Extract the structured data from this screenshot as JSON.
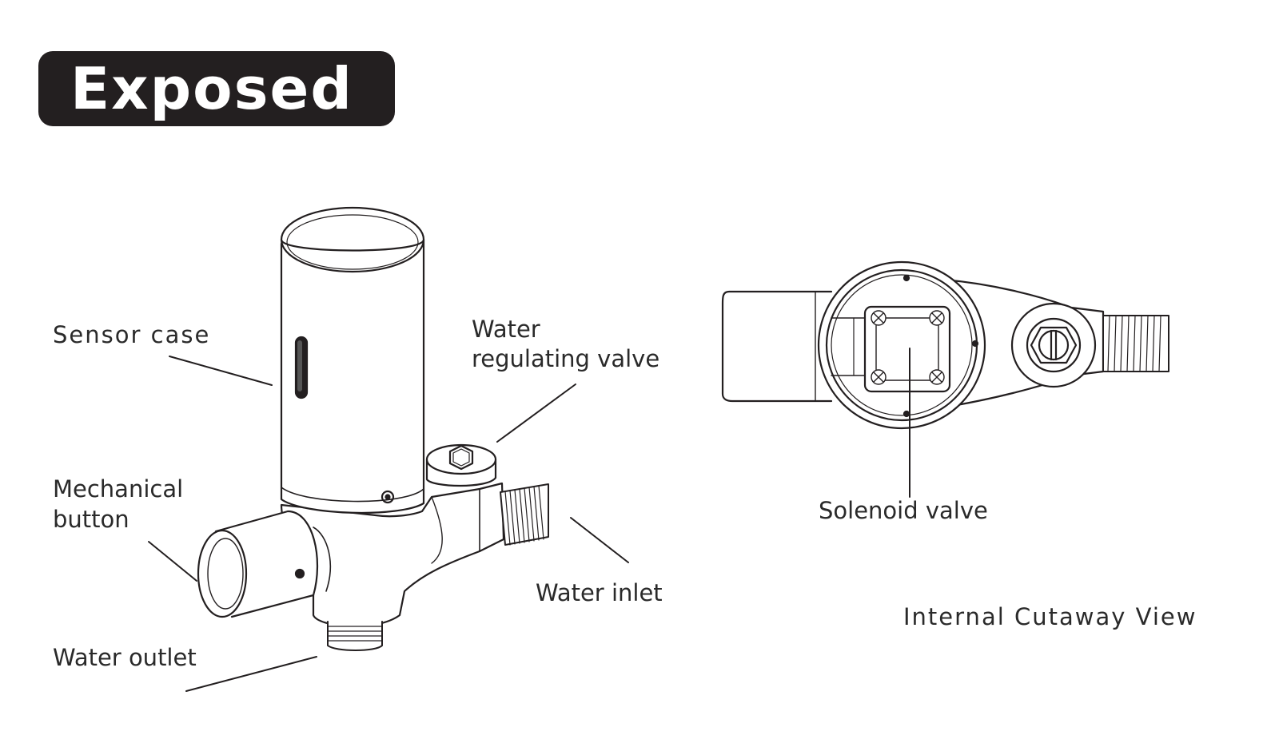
{
  "heading": {
    "title": "Exposed"
  },
  "callouts": {
    "sensor_case": "Sensor case",
    "water_regulating_valve_line1": "Water",
    "water_regulating_valve_line2": "regulating valve",
    "mechanical_button_line1": "Mechanical",
    "mechanical_button_line2": "button",
    "water_inlet": "Water inlet",
    "water_outlet": "Water outlet",
    "solenoid_valve": "Solenoid valve"
  },
  "captions": {
    "cutaway_view": "Internal Cutaway View"
  },
  "colors": {
    "ink": "#231f20",
    "badge_text": "#ffffff",
    "background": "#ffffff"
  }
}
